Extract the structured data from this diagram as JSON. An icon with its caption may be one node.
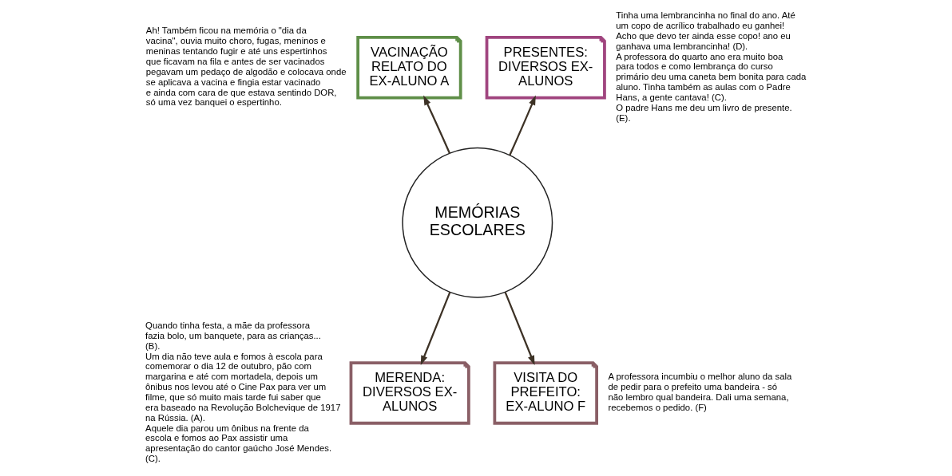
{
  "diagram": {
    "nodes": [
      {
        "text": [
          "VACINAÇÃO RELATO DO EX-ALUNO A"
        ],
        "beside": [
          "Ah! Também ficou na memória o \"dia da vacina\", ouvia muito choro, fugas, meninos e meninas tentando fugir e até uns espertinhos que ficavam na fila e antes de ser vacinados pegavam um pedaço de algodão e colocava onde se aplicava a vacina e fingia estar vacinado e ainda com cara de que estava sentindo DOR, só uma vez banquei o espertinho."
        ]
      },
      {
        "text": [
          "PRESENTES: DIVERSOS EX- ALUNOS"
        ],
        "beside": [
          "Tinha uma lembrancinha no final do ano. Até um copo de acrílico trabalhado eu ganhei! Acho que devo ter ainda esse copo! ano eu ganhava uma lembrancinha! (D).",
          "A professora do quarto ano era muito boa para todos e como lembrança do curso primário deu uma caneta bem bonita para cada aluno. Tinha também as aulas com o Padre Hans, a gente cantava! (C).",
          "O padre Hans me deu um livro de presente. (E)."
        ]
      },
      {
        "text": [
          "MEMÓRIAS",
          "ESCOLARES"
        ]
      },
      {
        "text": [
          "MERENDA: DIVERSOS EX- ALUNOS"
        ],
        "beside": [
          "Quando tinha festa, a mãe da professora fazia bolo, um banquete, para as crianças... (B).",
          "Um dia não teve aula e fomos à escola para comemorar o dia 12 de outubro, pão com margarina e até com mortadela, depois um ônibus nos levou até o Cine Pax para ver um filme, que só muito mais tarde fui saber que era baseado na Revolução Bolchevique de 1917 na Rússia. (A).",
          "Aquele dia parou um ônibus na frente da escola e fomos ao Pax assistir uma apresentação do cantor gaúcho José Mendes. (C)."
        ]
      },
      {
        "text": [
          "VISITA DO PREFEITO: EX-ALUNO F"
        ],
        "beside": [
          "A professora incumbiu o melhor aluno da sala de pedir para o prefeito uma bandeira - só não lembro qual bandeira. Dali uma semana, recebemos o pedido. (F)"
        ]
      }
    ],
    "edges": [
      {
        "from": 2,
        "to": 0,
        "arrow": "to"
      },
      {
        "from": 2,
        "to": 1,
        "arrow": "to"
      },
      {
        "from": 2,
        "to": 3,
        "arrow": "to"
      },
      {
        "from": 2,
        "to": 4,
        "arrow": "to"
      }
    ]
  }
}
